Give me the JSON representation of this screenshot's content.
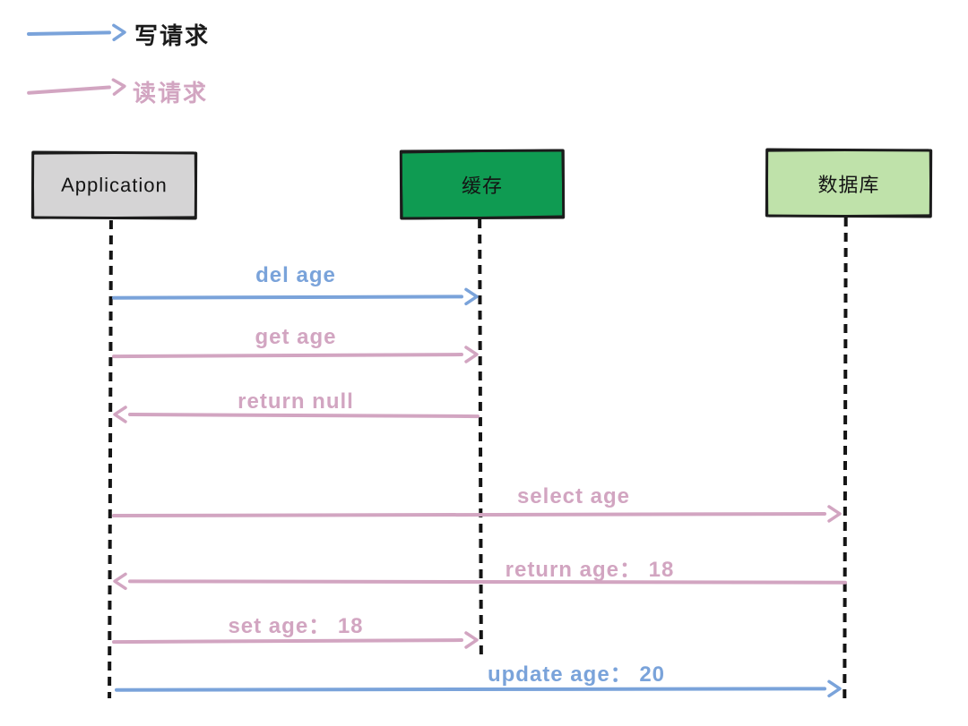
{
  "legend": {
    "items": [
      {
        "label": "写请求",
        "arrow_color": "#7AA3DA",
        "label_color": "#1b1b1b"
      },
      {
        "label": "读请求",
        "arrow_color": "#D2A5C1",
        "label_color": "#D2A5C1"
      }
    ]
  },
  "actors": [
    {
      "name": "Application",
      "fill": "#D5D4D5",
      "text_color": "#141414"
    },
    {
      "name": "缓存",
      "fill": "#0F9B52",
      "text_color": "#141414"
    },
    {
      "name": "数据库",
      "fill": "#BFE2AA",
      "text_color": "#141414"
    }
  ],
  "messages": [
    {
      "label": "del age",
      "type": "write",
      "from": "Application",
      "to": "缓存",
      "direction": "right",
      "color": "#7AA3DA"
    },
    {
      "label": "get age",
      "type": "read",
      "from": "Application",
      "to": "缓存",
      "direction": "right",
      "color": "#D2A5C1"
    },
    {
      "label": "return null",
      "type": "read",
      "from": "缓存",
      "to": "Application",
      "direction": "left",
      "color": "#D2A5C1"
    },
    {
      "label": "select age",
      "type": "read",
      "from": "Application",
      "to": "数据库",
      "direction": "right",
      "color": "#D2A5C1"
    },
    {
      "label": "return age： 18",
      "type": "read",
      "from": "数据库",
      "to": "Application",
      "direction": "left",
      "color": "#D2A5C1"
    },
    {
      "label": "set age： 18",
      "type": "read",
      "from": "Application",
      "to": "缓存",
      "direction": "right",
      "color": "#D2A5C1"
    },
    {
      "label": "update age： 20",
      "type": "write",
      "from": "Application",
      "to": "数据库",
      "direction": "right",
      "color": "#7AA3DA"
    }
  ],
  "colors": {
    "write": "#7AA3DA",
    "read": "#D2A5C1",
    "lifeline": "#141414",
    "background": "#ffffff"
  }
}
